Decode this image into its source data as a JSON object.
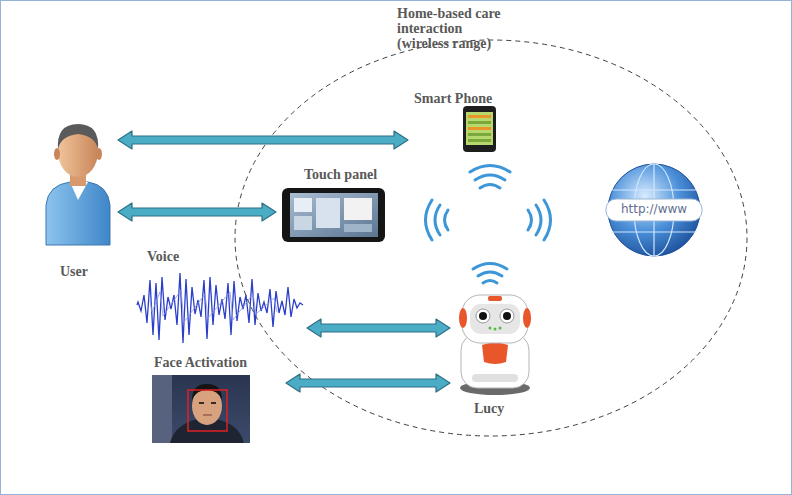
{
  "diagram": {
    "nodes": [
      {
        "text": [
          "Home-based care interaction (wireless range)"
        ]
      },
      {
        "text": [
          "Smart Phone"
        ],
        "in": 0
      },
      {
        "text": [
          "User"
        ]
      },
      {
        "text": [
          "Touch panel"
        ],
        "in": 0
      },
      {
        "text": [
          "Voice"
        ]
      },
      {
        "text": [
          "Lucy"
        ],
        "in": 0
      },
      {
        "text": [
          "Face Activation"
        ]
      }
    ],
    "edges": [
      {
        "from": 2,
        "to": 1,
        "arrow": "both"
      },
      {
        "from": 2,
        "to": 3,
        "arrow": "both"
      },
      {
        "from": 4,
        "to": 5,
        "arrow": "both"
      },
      {
        "from": 6,
        "to": 5,
        "arrow": "both"
      }
    ],
    "labels": [
      "http://www"
    ]
  }
}
